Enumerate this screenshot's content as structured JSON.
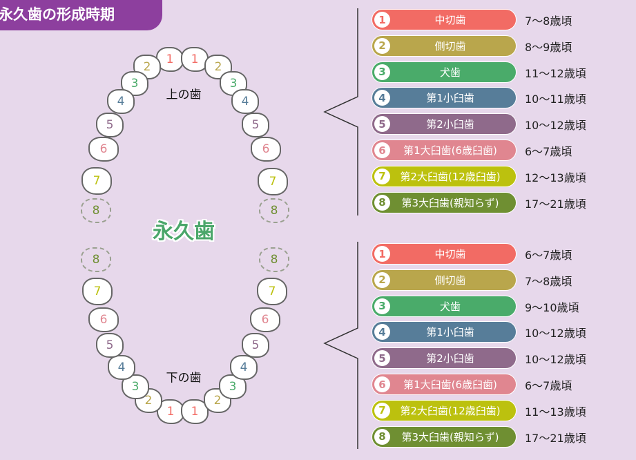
{
  "title": "永久歯の形成時期",
  "upper_label": "上の歯",
  "lower_label": "下の歯",
  "center_label": "永久歯",
  "colors": [
    "#f26b64",
    "#b9a64c",
    "#4aab6a",
    "#577d99",
    "#8f6a8b",
    "#e08690",
    "#bcc10e",
    "#6f8f32"
  ],
  "tooth_numbers": [
    "1",
    "2",
    "3",
    "4",
    "5",
    "6",
    "7",
    "8"
  ],
  "upper": [
    {
      "num": "1",
      "name": "中切歯",
      "age": "7〜8歳頃"
    },
    {
      "num": "2",
      "name": "側切歯",
      "age": "8〜9歳頃"
    },
    {
      "num": "3",
      "name": "犬歯",
      "age": "11〜12歳頃"
    },
    {
      "num": "4",
      "name": "第1小臼歯",
      "age": "10〜11歳頃"
    },
    {
      "num": "5",
      "name": "第2小臼歯",
      "age": "10〜12歳頃"
    },
    {
      "num": "6",
      "name": "第1大臼歯(6歳臼歯)",
      "age": "6〜7歳頃"
    },
    {
      "num": "7",
      "name": "第2大臼歯(12歳臼歯)",
      "age": "12〜13歳頃"
    },
    {
      "num": "8",
      "name": "第3大臼歯(親知らず)",
      "age": "17〜21歳頃"
    }
  ],
  "lower": [
    {
      "num": "1",
      "name": "中切歯",
      "age": "6〜7歳頃"
    },
    {
      "num": "2",
      "name": "側切歯",
      "age": "7〜8歳頃"
    },
    {
      "num": "3",
      "name": "犬歯",
      "age": "9〜10歳頃"
    },
    {
      "num": "4",
      "name": "第1小臼歯",
      "age": "10〜12歳頃"
    },
    {
      "num": "5",
      "name": "第2小臼歯",
      "age": "10〜12歳頃"
    },
    {
      "num": "6",
      "name": "第1大臼歯(6歳臼歯)",
      "age": "6〜7歳頃"
    },
    {
      "num": "7",
      "name": "第2大臼歯(12歳臼歯)",
      "age": "11〜13歳頃"
    },
    {
      "num": "8",
      "name": "第3大臼歯(親知らず)",
      "age": "17〜21歳頃"
    }
  ]
}
